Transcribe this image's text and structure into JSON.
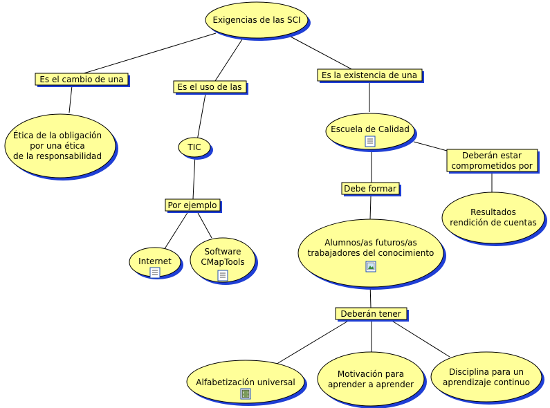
{
  "concept_map": {
    "root": {
      "label": "Exigencias de las SCI"
    },
    "links": {
      "cambio": "Es el cambio de una",
      "uso": "Es el uso de las",
      "existencia": "Es la existencia de una",
      "ejemplo": "Por ejemplo",
      "formar": "Debe formar",
      "comprometidos": [
        "Deberán estar",
        "comprometidos por"
      ],
      "tener": "Deberán tener"
    },
    "concepts": {
      "etica": [
        "Ética de la obligación",
        "por una ética",
        "de la responsabilidad"
      ],
      "tic": "TIC",
      "internet": "Internet",
      "software": [
        "Software",
        "CMapTools"
      ],
      "escuela": "Escuela de Calidad",
      "resultados": [
        "Resultados",
        "rendición de cuentas"
      ],
      "alumnos": [
        "Alumnos/as futuros/as",
        "trabajadores del conocimiento"
      ],
      "alfabetizacion": "Alfabetización universal",
      "motivacion": [
        "Motivación para",
        "aprender a aprender"
      ],
      "disciplina": [
        "Disciplina para un",
        "aprendizaje continuo"
      ]
    },
    "resource_icons": {
      "escuela": "document-icon",
      "internet": "document-icon",
      "software": "document-icon",
      "alumnos": "image-icon",
      "alfabetizacion": "video-icon"
    },
    "colors": {
      "node_fill": "#ffff99",
      "shadow": "#1f3fd6",
      "line": "#000000"
    }
  }
}
